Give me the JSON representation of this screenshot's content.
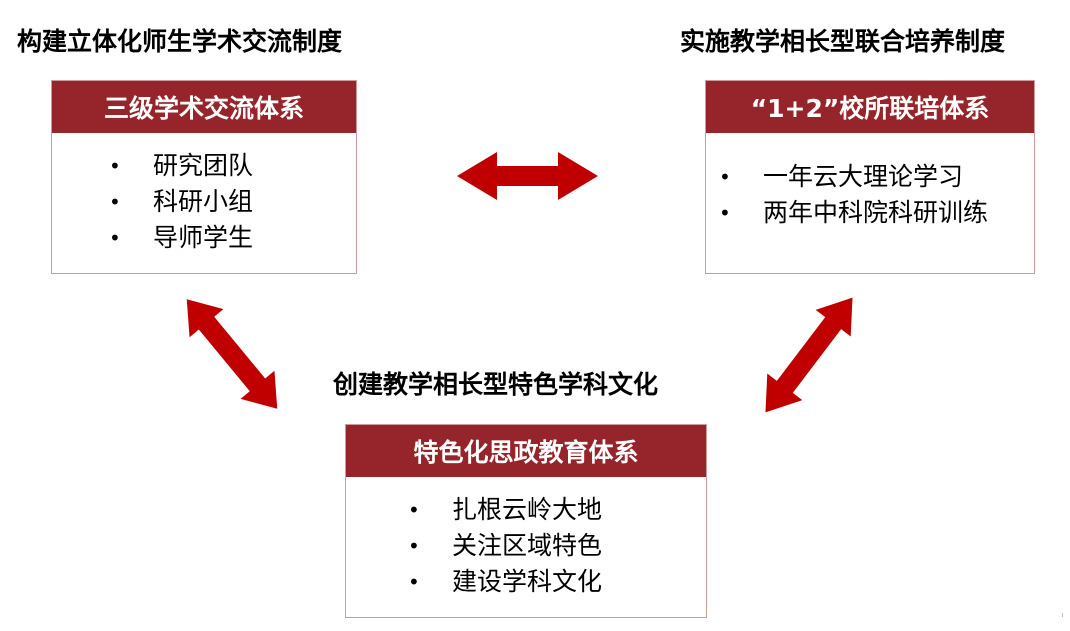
{
  "left": {
    "title": "构建立体化师生学术交流制度",
    "header": "三级学术交流体系",
    "items": [
      "研究团队",
      "科研小组",
      "导师学生"
    ]
  },
  "right": {
    "title": "实施教学相长型联合培养制度",
    "header": "“1+2”校所联培体系",
    "items": [
      "一年云大理论学习",
      "两年中科院科研训练"
    ]
  },
  "bottom": {
    "title": "创建教学相长型特色学科文化",
    "header": "特色化思政教育体系",
    "items": [
      "扎根云岭大地",
      "关注区域特色",
      "建设学科文化"
    ]
  },
  "colors": {
    "header_bg": "#96242b",
    "arrow": "#c00000",
    "box_border": "#cf9a9d"
  }
}
